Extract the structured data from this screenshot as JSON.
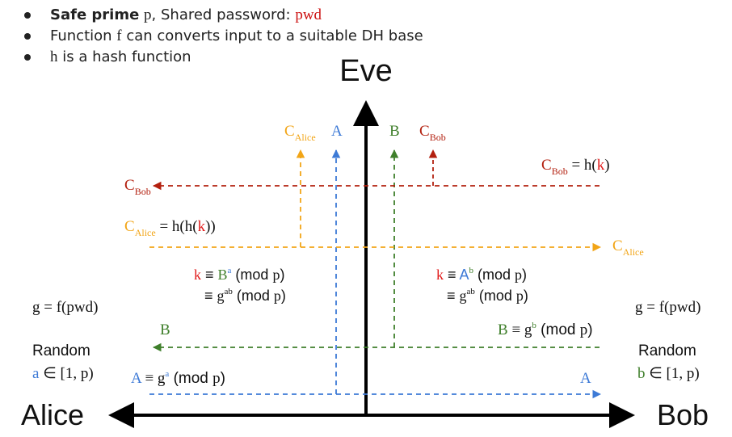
{
  "colors": {
    "axis": "#000000",
    "alice": "#3d7ad6",
    "bob": "#3f7f2b",
    "c_alice": "#f2a517",
    "c_bob": "#b3200f",
    "key": "#e11a1a",
    "text": "#111111"
  },
  "bullets": [
    {
      "bold": "Safe prime",
      "math": "p",
      "text": ", Shared password: ",
      "pwd": "pwd"
    },
    {
      "text1": "Function ",
      "math": "f",
      "text2": " can converts input to a suitable DH base"
    },
    {
      "math": "h",
      "text": " is a hash function"
    }
  ],
  "parties": {
    "eve": "Eve",
    "alice": "Alice",
    "bob": "Bob"
  },
  "symbols": {
    "C": "C",
    "Alice": "Alice",
    "Bob": "Bob",
    "A": "A",
    "B": "B",
    "a": "a",
    "b": "b",
    "ab": "ab",
    "k": "k",
    "g": "g",
    "h": "h",
    "p": "p"
  },
  "labels": {
    "h_open": "h(",
    "hh_open": "h(h(",
    "close1": ")",
    "close2": "))",
    "eq": " = ",
    "equiv": "≡ ",
    "mod_open": " (mod ",
    "mod_close": ")",
    "g_fpwd": "g = f(pwd)",
    "random": "Random",
    "range": " ∈ [1, p)"
  }
}
